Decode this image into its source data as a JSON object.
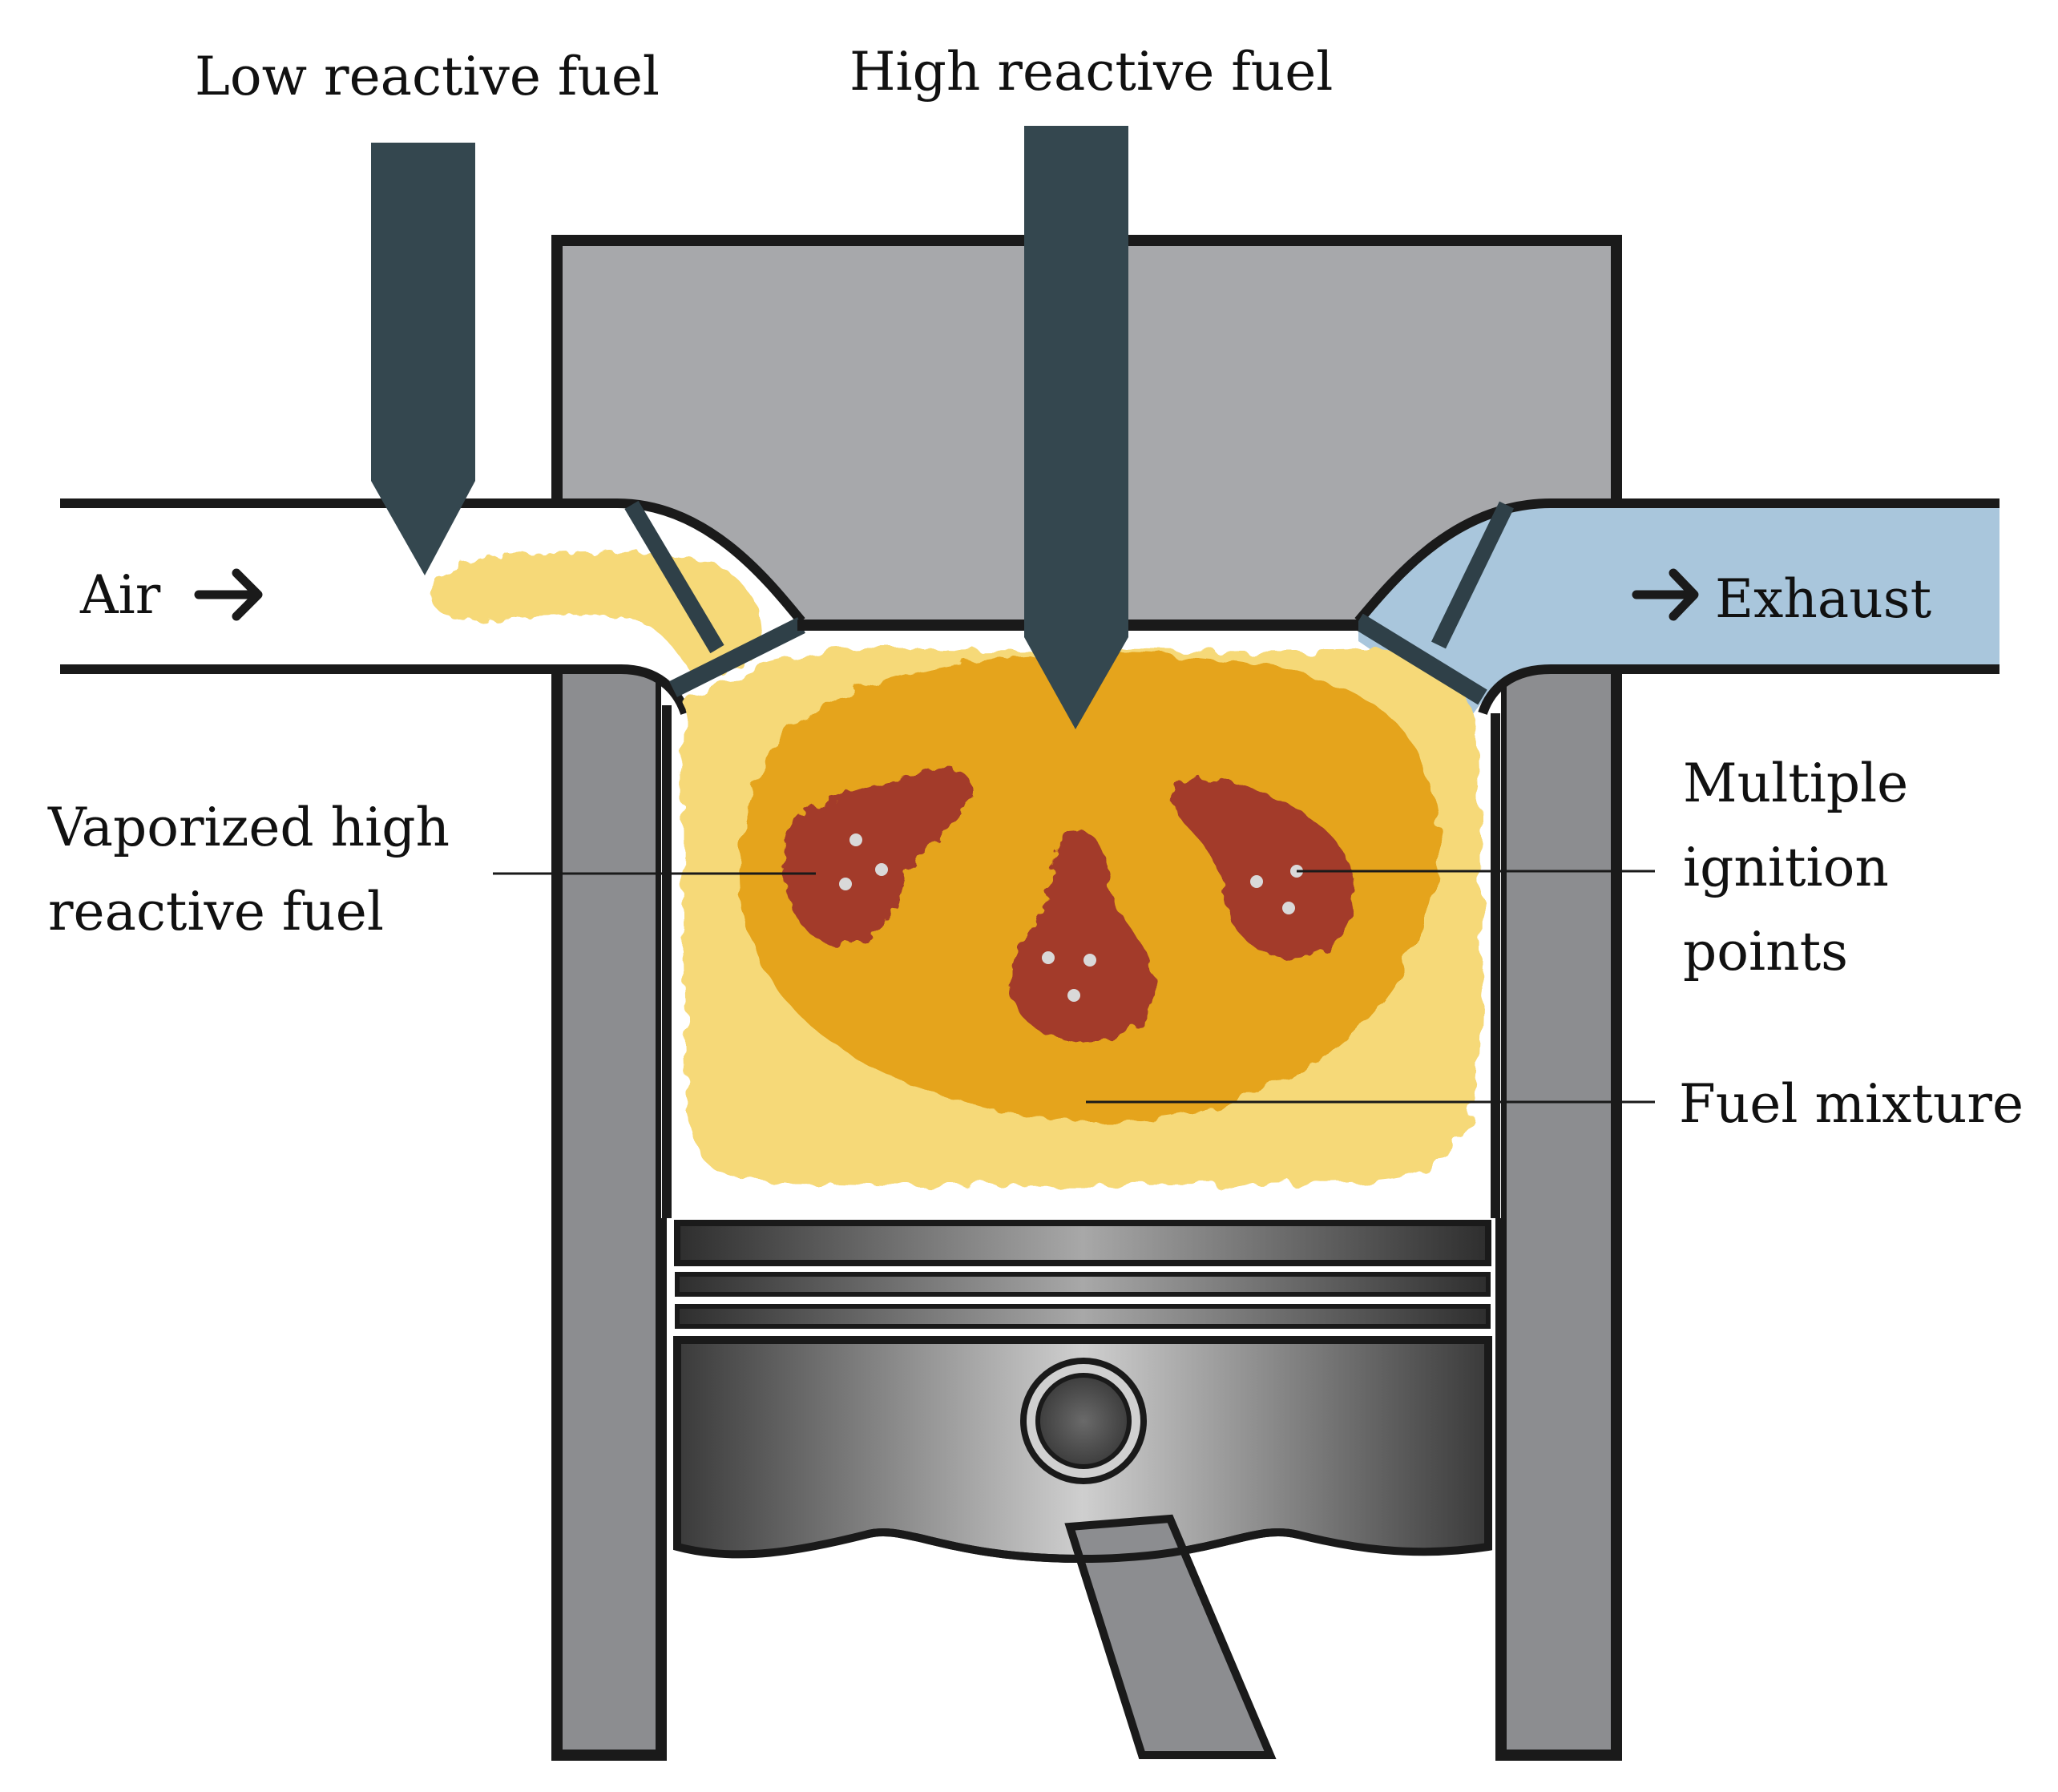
{
  "labels": {
    "low_reactive_fuel": "Low reactive fuel",
    "high_reactive_fuel": "High reactive fuel",
    "air": "Air",
    "exhaust": "Exhaust",
    "vaporized_line1": "Vaporized high",
    "vaporized_line2": "reactive fuel",
    "ignition_line1": "Multiple",
    "ignition_line2": "ignition",
    "ignition_line3": "points",
    "fuel_mixture": "Fuel mixture"
  },
  "colors": {
    "outline": "#1a1a1a",
    "cylinder_head": "#a7a8ab",
    "cylinder_wall": "#8c8d90",
    "injector": "#34474f",
    "valve": "#2f4048",
    "exhaust_gas": "#a9c6dc",
    "premix_fuel": "#f6d978",
    "fuel_mixture": "#e5a41b",
    "ignition_kernel": "#a33a29",
    "ignition_point": "#d9d9d9",
    "piston_dark": "#444444",
    "piston_light": "#c9c9c9"
  },
  "icons": {
    "air_arrow": "right-arrow-icon",
    "exhaust_arrow": "right-arrow-icon"
  }
}
